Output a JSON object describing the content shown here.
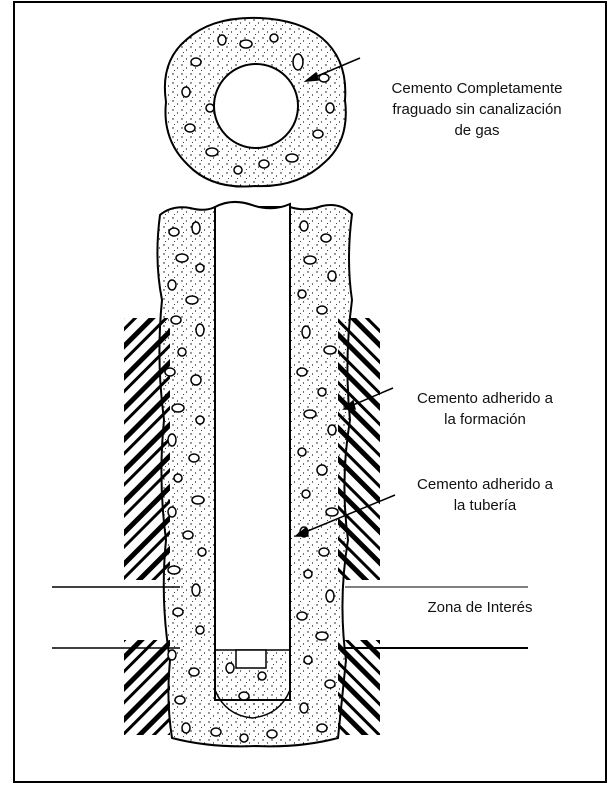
{
  "labels": {
    "top_line1": "Cemento Completamente",
    "top_line2": "fraguado sin canalización",
    "top_line3": "de gas",
    "formation_line1": "Cemento adherido a",
    "formation_line2": "la formación",
    "tubing_line1": "Cemento adherido a",
    "tubing_line2": "la tubería",
    "zone": "Zona de Interés"
  },
  "colors": {
    "stroke": "#000000",
    "background": "#ffffff"
  }
}
